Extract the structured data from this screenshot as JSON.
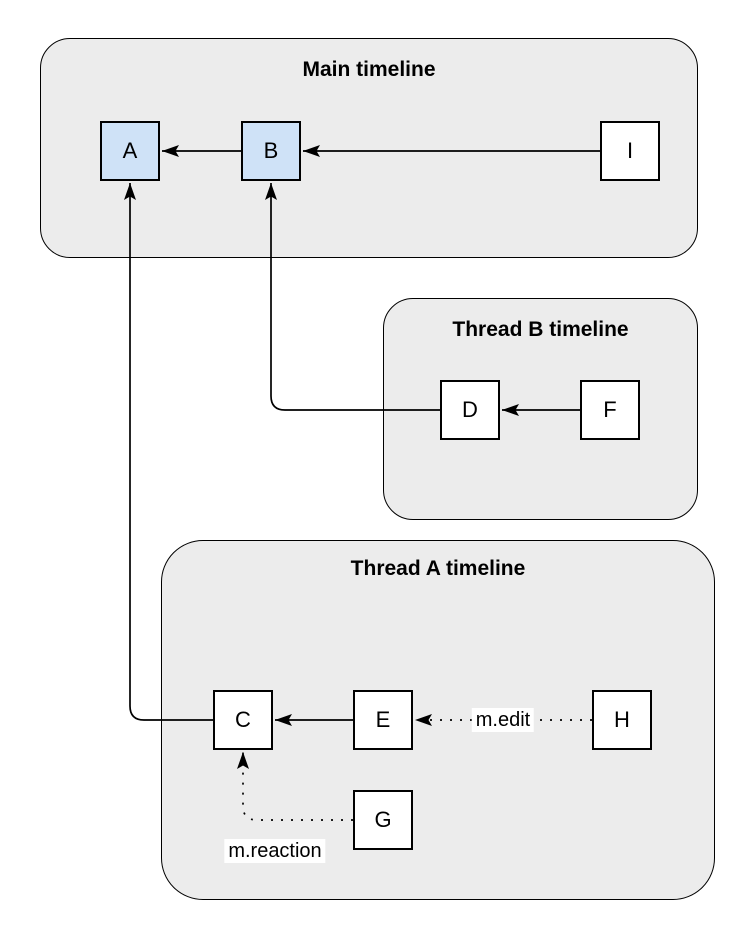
{
  "diagram": {
    "containers": {
      "main": {
        "title": "Main timeline"
      },
      "thread_b": {
        "title": "Thread B timeline"
      },
      "thread_a": {
        "title": "Thread A timeline"
      }
    },
    "nodes": {
      "a": {
        "label": "A",
        "highlighted": true
      },
      "b": {
        "label": "B",
        "highlighted": true
      },
      "i": {
        "label": "I",
        "highlighted": false
      },
      "d": {
        "label": "D",
        "highlighted": false
      },
      "f": {
        "label": "F",
        "highlighted": false
      },
      "c": {
        "label": "C",
        "highlighted": false
      },
      "e": {
        "label": "E",
        "highlighted": false
      },
      "h": {
        "label": "H",
        "highlighted": false
      },
      "g": {
        "label": "G",
        "highlighted": false
      }
    },
    "edges": [
      {
        "from": "B",
        "to": "A",
        "style": "solid",
        "label": ""
      },
      {
        "from": "I",
        "to": "B",
        "style": "solid",
        "label": ""
      },
      {
        "from": "F",
        "to": "D",
        "style": "solid",
        "label": ""
      },
      {
        "from": "D",
        "to": "B",
        "style": "solid",
        "label": ""
      },
      {
        "from": "E",
        "to": "C",
        "style": "solid",
        "label": ""
      },
      {
        "from": "C",
        "to": "A",
        "style": "solid",
        "label": ""
      },
      {
        "from": "H",
        "to": "E",
        "style": "dotted",
        "label": "m.edit"
      },
      {
        "from": "G",
        "to": "C",
        "style": "dotted",
        "label": "m.reaction"
      }
    ],
    "edge_labels": {
      "edit": "m.edit",
      "reaction": "m.reaction"
    },
    "colors": {
      "container_fill": "#ececec",
      "node_fill_highlight": "#cfe2f7",
      "node_fill_default": "#ffffff",
      "stroke": "#000000"
    }
  }
}
